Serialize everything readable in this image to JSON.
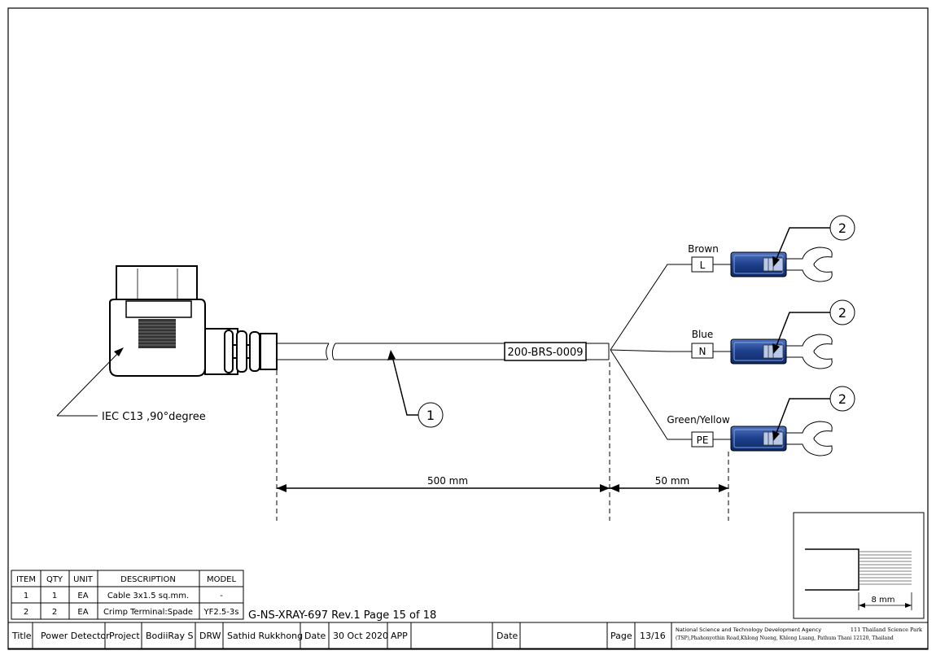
{
  "callouts": {
    "connector": "IEC C13 ,90°degree",
    "item1": "1",
    "item2": "2"
  },
  "cable_label": "200-BRS-0009",
  "wires": [
    {
      "color": "Brown",
      "terminal": "L"
    },
    {
      "color": "Blue",
      "terminal": "N"
    },
    {
      "color": "Green/Yellow",
      "terminal": "PE"
    }
  ],
  "dimensions": {
    "cable_length": "500 mm",
    "breakout_length": "50 mm",
    "strip_length": "8 mm"
  },
  "bom": {
    "headers": [
      "ITEM",
      "QTY",
      "UNIT",
      "DESCRIPTION",
      "MODEL"
    ],
    "rows": [
      [
        "1",
        "1",
        "EA",
        "Cable 3x1.5 sq.mm.",
        "-"
      ],
      [
        "2",
        "2",
        "EA",
        "Crimp Terminal:Spade",
        "YF2.5-3s"
      ]
    ]
  },
  "doc_ref": "G-NS-XRAY-697 Rev.1 Page 15 of 18",
  "title_block": {
    "title_label": "Title",
    "title": "Power Detector",
    "project_label": "Project",
    "project": "BodiiRay S",
    "drw_label": "DRW",
    "drawn_by": "Sathid Rukkhong",
    "date_label": "Date",
    "date": "30 Oct 2020",
    "app_label": "APP",
    "app_value": "",
    "date2_label": "Date",
    "date2_value": "",
    "page_label": "Page",
    "page": "13/16",
    "org_name": "National Science and Technology Development Agency",
    "org_addr1": "111 Thailand Science Park",
    "org_addr2": "(TSP),Phahonyothin Road,Khlong Nueng, Khlong  Luang, Pathum Thani 12120, Thailand"
  },
  "colors": {
    "terminal_blue": "#1d3f8a",
    "terminal_dark": "#0d2a66",
    "line": "#000000"
  }
}
